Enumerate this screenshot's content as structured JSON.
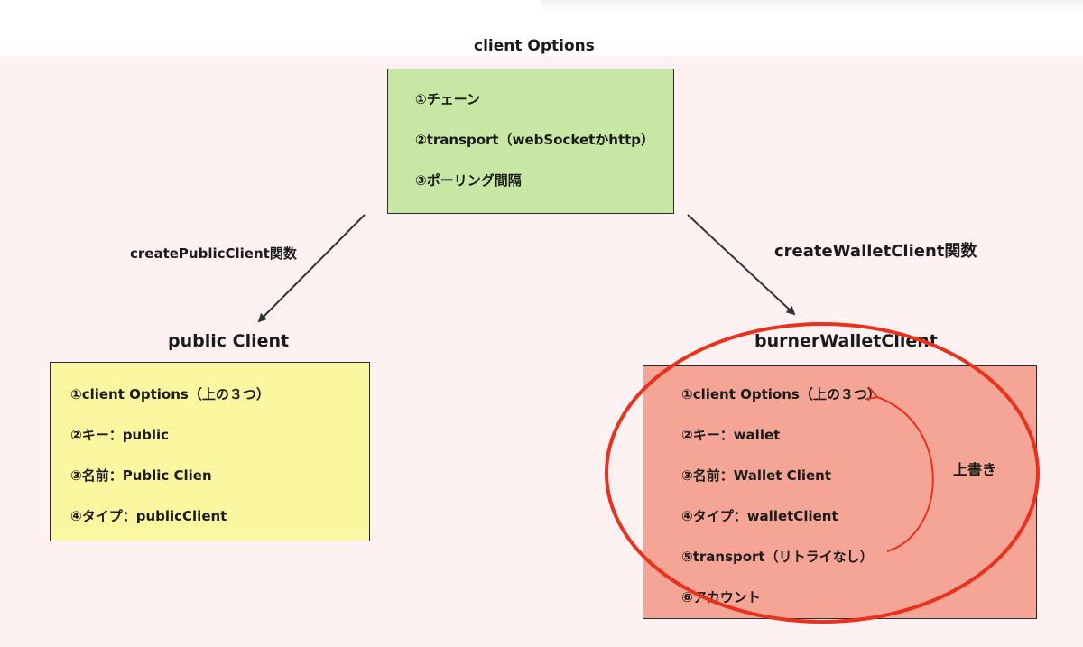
{
  "options_box": {
    "title": "client Options",
    "items": [
      "①チェーン",
      "②transport（webSocketかhttp）",
      "③ポーリング間隔"
    ],
    "fill": "#c8e6a4"
  },
  "public_box": {
    "title": "public Client",
    "items": [
      "①client Options（上の３つ）",
      "②キー：public",
      "③名前：Public Clien",
      "④タイプ：publicClient"
    ],
    "fill": "#fbf7a0"
  },
  "wallet_box": {
    "title": "burnerWalletClient",
    "items": [
      "①client Options（上の３つ）",
      "②キー：wallet",
      "③名前：Wallet Client",
      "④タイプ：walletClient",
      "⑤transport（リトライなし）",
      "⑥アカウント"
    ],
    "fill": "#f5a596"
  },
  "edges": {
    "public": "createPublicClient関数",
    "wallet": "createWalletClient関数"
  },
  "annotation": {
    "overwrite_label": "上書き",
    "highlight_color": "#e8321e"
  },
  "colors": {
    "canvas_bg": "#fdf1f1",
    "arrow": "#333333"
  }
}
